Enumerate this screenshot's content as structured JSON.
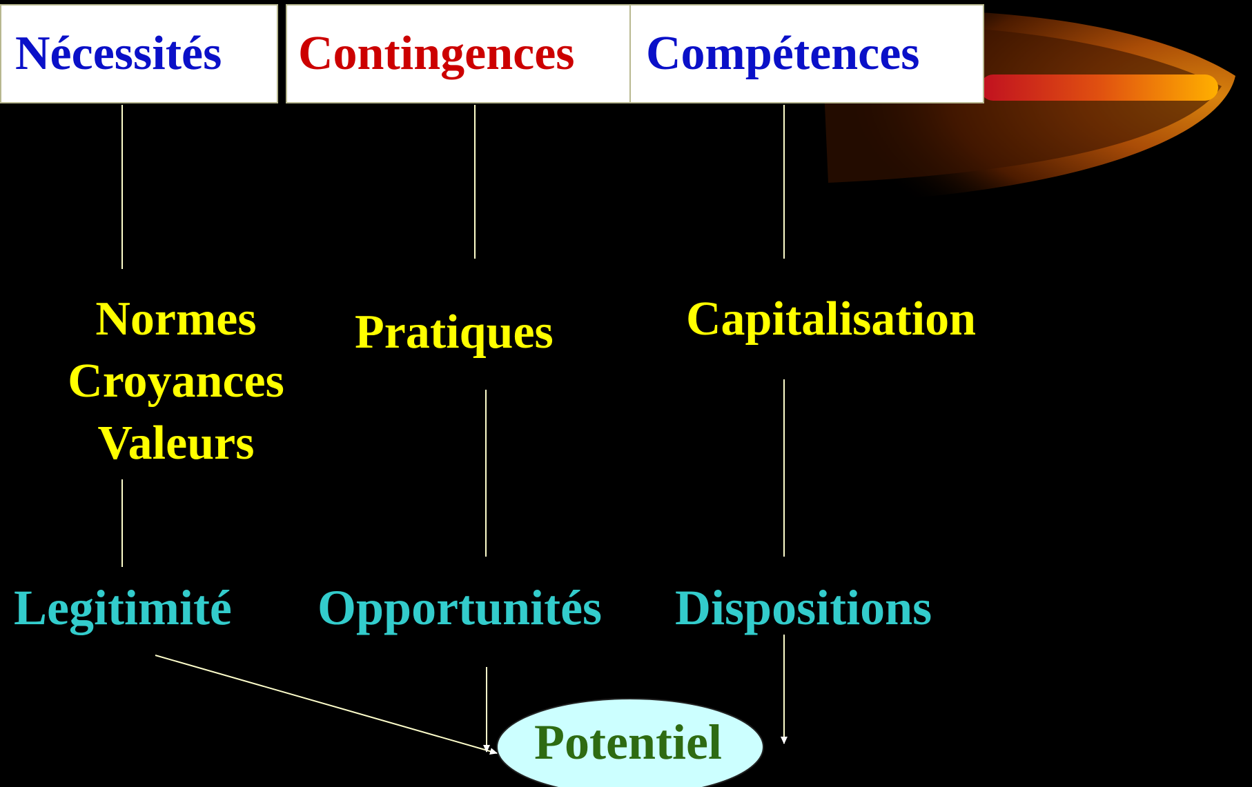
{
  "header": {
    "necessites": "Nécessités",
    "contingences": "Contingences",
    "competences": "Compétences"
  },
  "middle": {
    "column1": [
      "Normes",
      "Croyances",
      "Valeurs"
    ],
    "pratiques": "Pratiques",
    "capitalisation": "Capitalisation"
  },
  "bottom": {
    "legitimite": "Legitimité",
    "opportunites": "Opportunités",
    "dispositions": "Dispositions"
  },
  "outcome": {
    "potentiel": "Potentiel"
  },
  "colors": {
    "header_blue": "#0a10c8",
    "header_red": "#cc0000",
    "mid_yellow": "#ffff00",
    "bottom_teal": "#33cccc",
    "potentiel_fill": "#ccffff",
    "potentiel_text": "#2e6b12"
  }
}
